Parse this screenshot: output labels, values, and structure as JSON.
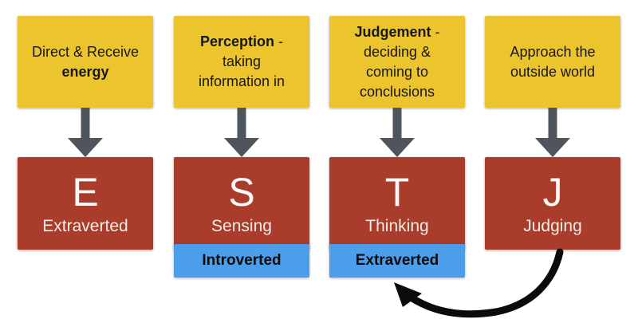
{
  "colors": {
    "yellow": "#ECC52E",
    "red": "#A93C2B",
    "blue": "#4D9EEA",
    "gray": "#4F555C",
    "black": "#0B0B0B"
  },
  "columns": [
    {
      "desc_line1": "Direct & Receive",
      "desc_line2_bold": "energy",
      "letter": "E",
      "trait": "Extraverted"
    },
    {
      "desc_line1_bold": "Perception",
      "desc_line1_rest": " -",
      "desc_line2": "taking",
      "desc_line3": "information in",
      "letter": "S",
      "trait": "Sensing",
      "attitude": "Introverted"
    },
    {
      "desc_line1_bold": "Judgement",
      "desc_line1_rest": " -",
      "desc_line2": "deciding &",
      "desc_line3": "coming to",
      "desc_line4": "conclusions",
      "letter": "T",
      "trait": "Thinking",
      "attitude": "Extraverted"
    },
    {
      "desc_line1": "Approach the",
      "desc_line2": "outside world",
      "letter": "J",
      "trait": "Judging"
    }
  ]
}
